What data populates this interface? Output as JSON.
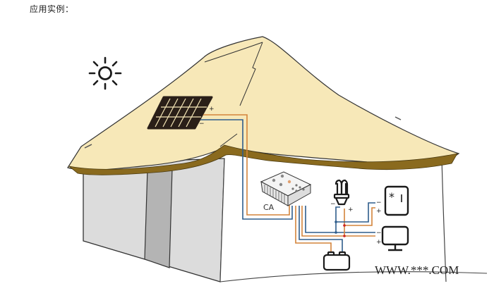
{
  "heading": "应用实例：",
  "controller": {
    "label": "CA"
  },
  "watermark": "WWW.***.COM",
  "polarity": {
    "plus": "+",
    "minus": "−"
  },
  "components": [
    {
      "name": "sun",
      "icon": "sun-icon"
    },
    {
      "name": "solar-panel",
      "icon": "solar-panel-icon"
    },
    {
      "name": "charge-controller",
      "icon": "controller-icon",
      "label": "CA"
    },
    {
      "name": "lamp",
      "icon": "cfl-bulb-icon"
    },
    {
      "name": "refrigerator",
      "icon": "fridge-icon"
    },
    {
      "name": "monitor",
      "icon": "monitor-icon"
    },
    {
      "name": "battery",
      "icon": "battery-icon"
    }
  ],
  "colors": {
    "roof": "#f7e8b8",
    "roof_edge": "#8a6a1e",
    "wall": "#dcdcdc",
    "door": "#b4b4b4",
    "wire_positive": "#d4843a",
    "wire_negative": "#2f5d8c",
    "junction": "#cc2222",
    "outline": "#1a1a1a"
  }
}
